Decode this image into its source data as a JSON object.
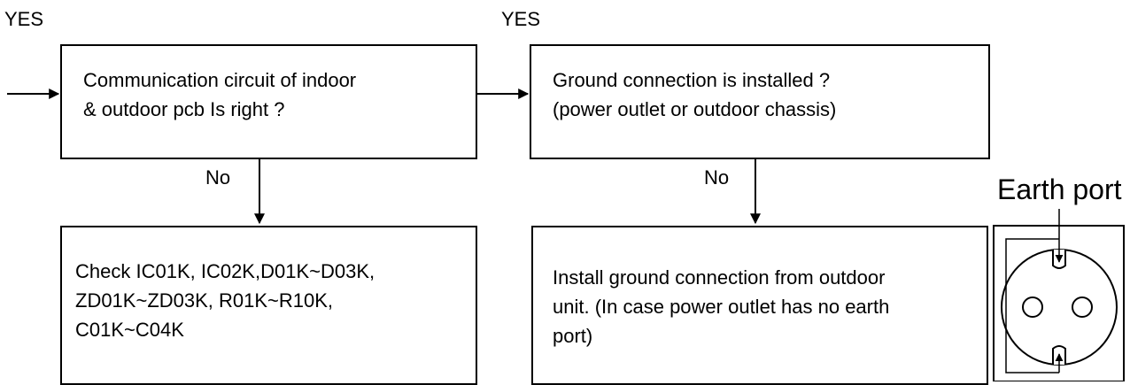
{
  "flow": {
    "yes_left": "YES",
    "yes_right": "YES",
    "box1": {
      "line1": "Communication circuit of indoor",
      "line2": "& outdoor  pcb  Is right ?"
    },
    "box2": {
      "line1": "Ground connection is installed ?",
      "line2": "(power outlet or outdoor chassis)"
    },
    "no_left": "No",
    "no_right": "No",
    "box3": {
      "line1": "Check IC01K, IC02K,D01K~D03K,",
      "line2": "ZD01K~ZD03K, R01K~R10K,",
      "line3": "C01K~C04K"
    },
    "box4": {
      "line1": "Install ground connection from outdoor",
      "line2": "unit. (In case power outlet has no earth",
      "line3": "port)"
    },
    "earth_label": "Earth port"
  }
}
